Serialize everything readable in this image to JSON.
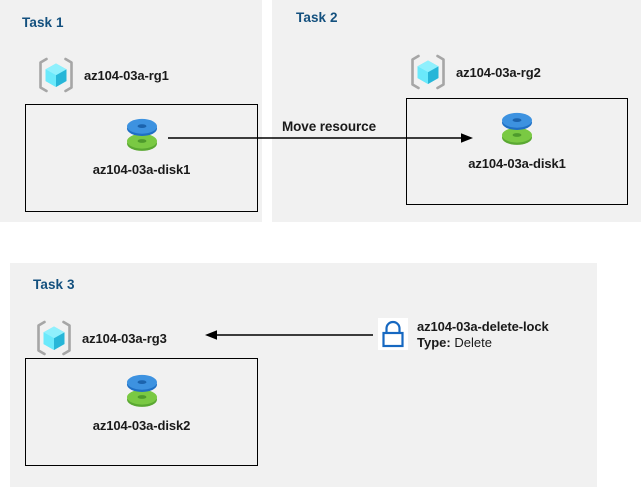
{
  "diagram": {
    "background_color": "#ffffff",
    "panel_color": "#f1f1f1",
    "title_color": "#13507e",
    "accent_blue": "#1668c1"
  },
  "tasks": [
    {
      "id": "task1",
      "title": "Task 1",
      "resource_group": {
        "label": "az104-03a-rg1",
        "icon": "resource-group-icon"
      },
      "disk": {
        "label": "az104-03a-disk1",
        "icon": "managed-disk-icon"
      }
    },
    {
      "id": "task2",
      "title": "Task 2",
      "resource_group": {
        "label": "az104-03a-rg2",
        "icon": "resource-group-icon"
      },
      "disk": {
        "label": "az104-03a-disk1",
        "icon": "managed-disk-icon"
      }
    },
    {
      "id": "task3",
      "title": "Task 3",
      "resource_group": {
        "label": "az104-03a-rg3",
        "icon": "resource-group-icon"
      },
      "disk": {
        "label": "az104-03a-disk2",
        "icon": "managed-disk-icon"
      }
    }
  ],
  "connectors": {
    "move_resource": {
      "caption": "Move resource",
      "direction": "right",
      "from": "az104-03a-disk1",
      "to": "az104-03a-rg2"
    },
    "delete_lock": {
      "direction": "left",
      "from": "az104-03a-delete-lock",
      "to": "az104-03a-rg3"
    }
  },
  "lock": {
    "icon": "lock-icon",
    "name": "az104-03a-delete-lock",
    "type_key": "Type:",
    "type_value": "Delete"
  }
}
